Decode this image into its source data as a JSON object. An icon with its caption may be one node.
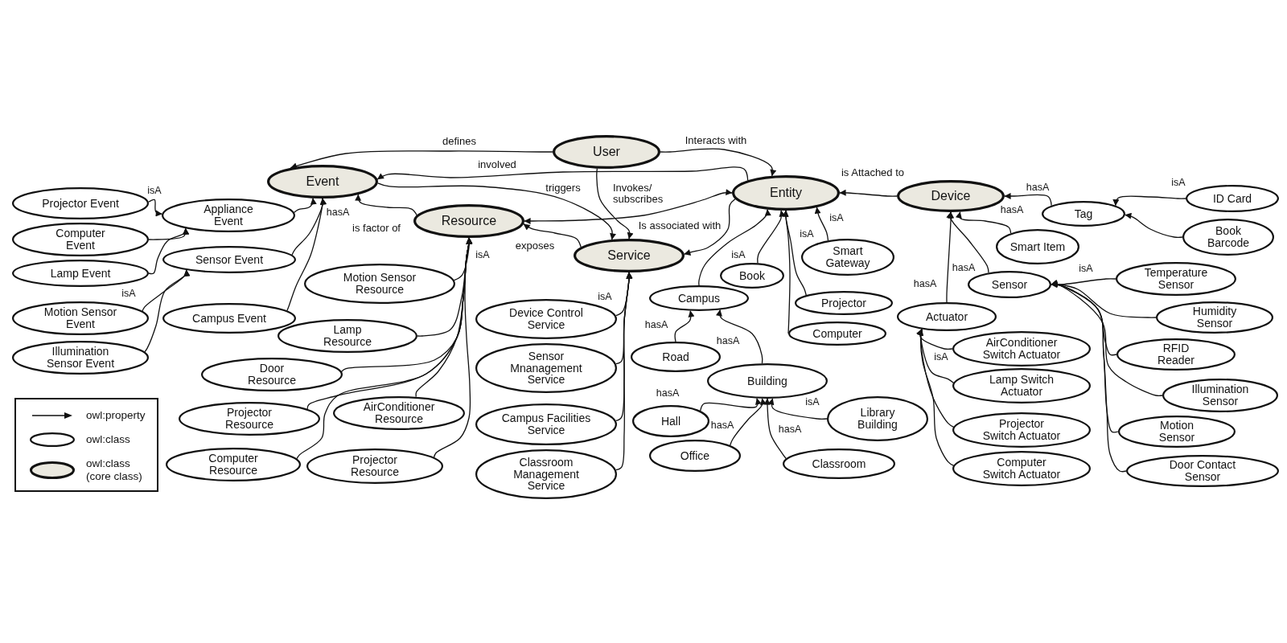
{
  "diagram": {
    "nodes": [
      {
        "text": [
          "User"
        ]
      },
      {
        "text": [
          "Event"
        ]
      },
      {
        "text": [
          "Entity"
        ]
      },
      {
        "text": [
          "Device"
        ]
      },
      {
        "text": [
          "Resource"
        ]
      },
      {
        "text": [
          "Service"
        ]
      },
      {
        "text": [
          "Projector Event"
        ]
      },
      {
        "text": [
          "Appliance Event"
        ]
      },
      {
        "text": [
          "Computer Event"
        ]
      },
      {
        "text": [
          "Lamp Event"
        ]
      },
      {
        "text": [
          "Sensor Event"
        ]
      },
      {
        "text": [
          "Motion Sensor Event"
        ]
      },
      {
        "text": [
          "Campus Event"
        ]
      },
      {
        "text": [
          "Illumination Sensor Event"
        ]
      },
      {
        "text": [
          "Motion Sensor Resource"
        ]
      },
      {
        "text": [
          "Lamp Resource"
        ]
      },
      {
        "text": [
          "Door Resource"
        ]
      },
      {
        "text": [
          "Projector Resource"
        ]
      },
      {
        "text": [
          "AirConditioner Resource"
        ]
      },
      {
        "text": [
          "Computer Resource"
        ]
      },
      {
        "text": [
          "Projector Resource"
        ]
      },
      {
        "text": [
          "Device Control Service"
        ]
      },
      {
        "text": [
          "Sensor Mnanagement Service"
        ]
      },
      {
        "text": [
          "Campus Facilities Service"
        ]
      },
      {
        "text": [
          "Classroom Management Service"
        ]
      },
      {
        "text": [
          "Campus"
        ]
      },
      {
        "text": [
          "Book"
        ]
      },
      {
        "text": [
          "Smart Gateway"
        ]
      },
      {
        "text": [
          "Projector"
        ]
      },
      {
        "text": [
          "Computer"
        ]
      },
      {
        "text": [
          "Road"
        ]
      },
      {
        "text": [
          "Building"
        ]
      },
      {
        "text": [
          "Hall"
        ]
      },
      {
        "text": [
          "Library Building"
        ]
      },
      {
        "text": [
          "Office"
        ]
      },
      {
        "text": [
          "Classroom"
        ]
      },
      {
        "text": [
          "Tag"
        ]
      },
      {
        "text": [
          "ID Card"
        ]
      },
      {
        "text": [
          "Book Barcode"
        ]
      },
      {
        "text": [
          "Smart Item"
        ]
      },
      {
        "text": [
          "Sensor"
        ]
      },
      {
        "text": [
          "Temperature Sensor"
        ]
      },
      {
        "text": [
          "Actuator"
        ]
      },
      {
        "text": [
          "Humidity Sensor"
        ]
      },
      {
        "text": [
          "AirConditioner Switch Actuator"
        ]
      },
      {
        "text": [
          "RFID Reader"
        ]
      },
      {
        "text": [
          "Lamp Switch Actuator"
        ]
      },
      {
        "text": [
          "Illumination Sensor"
        ]
      },
      {
        "text": [
          "Projector Switch Actuator"
        ]
      },
      {
        "text": [
          "Motion Sensor"
        ]
      },
      {
        "text": [
          "Computer Switch Actuator"
        ]
      },
      {
        "text": [
          "Door Contact Sensor"
        ]
      }
    ],
    "edges": [
      {
        "from": 0,
        "to": 1,
        "arrow": "to",
        "label": "defines"
      },
      {
        "from": 2,
        "to": 1,
        "arrow": "to",
        "label": "involved"
      },
      {
        "from": 0,
        "to": 2,
        "arrow": "to",
        "label": "Interacts with"
      },
      {
        "from": 1,
        "to": 5,
        "arrow": "to",
        "label": "triggers"
      },
      {
        "from": 0,
        "to": 5,
        "arrow": "to",
        "label": "Invokes/ subscribes"
      },
      {
        "from": 4,
        "to": 2,
        "arrow": "both"
      },
      {
        "from": 4,
        "to": 1,
        "arrow": "to",
        "label": "is factor of"
      },
      {
        "from": 5,
        "to": 4,
        "arrow": "to",
        "label": "exposes"
      },
      {
        "from": 2,
        "to": 5,
        "arrow": "to",
        "label": "Is associated with"
      },
      {
        "from": 3,
        "to": 2,
        "arrow": "to",
        "label": "is Attached to"
      },
      {
        "from": 7,
        "to": 1,
        "arrow": "to",
        "label": "hasA"
      },
      {
        "from": 10,
        "to": 1,
        "arrow": "to"
      },
      {
        "from": 12,
        "to": 1,
        "arrow": "to"
      },
      {
        "from": 6,
        "to": 7,
        "arrow": "to",
        "label": "isA"
      },
      {
        "from": 8,
        "to": 7,
        "arrow": "to"
      },
      {
        "from": 9,
        "to": 7,
        "arrow": "to"
      },
      {
        "from": 11,
        "to": 10,
        "arrow": "to",
        "label": "isA"
      },
      {
        "from": 13,
        "to": 10,
        "arrow": "to"
      },
      {
        "from": 14,
        "to": 4,
        "arrow": "to",
        "label": "isA"
      },
      {
        "from": 15,
        "to": 4,
        "arrow": "to"
      },
      {
        "from": 16,
        "to": 4,
        "arrow": "to"
      },
      {
        "from": 17,
        "to": 4,
        "arrow": "to"
      },
      {
        "from": 18,
        "to": 4,
        "arrow": "to"
      },
      {
        "from": 19,
        "to": 4,
        "arrow": "to"
      },
      {
        "from": 20,
        "to": 4,
        "arrow": "to"
      },
      {
        "from": 21,
        "to": 5,
        "arrow": "to",
        "label": "isA"
      },
      {
        "from": 22,
        "to": 5,
        "arrow": "to"
      },
      {
        "from": 23,
        "to": 5,
        "arrow": "to"
      },
      {
        "from": 24,
        "to": 5,
        "arrow": "to"
      },
      {
        "from": 25,
        "to": 2,
        "arrow": "to",
        "label": "isA"
      },
      {
        "from": 26,
        "to": 2,
        "arrow": "to"
      },
      {
        "from": 28,
        "to": 2,
        "arrow": "to",
        "label": "isA"
      },
      {
        "from": 29,
        "to": 2,
        "arrow": "to"
      },
      {
        "from": 27,
        "to": 2,
        "arrow": "to",
        "label": "isA"
      },
      {
        "from": 30,
        "to": 25,
        "arrow": "to",
        "label": "hasA"
      },
      {
        "from": 31,
        "to": 25,
        "arrow": "to",
        "label": "hasA"
      },
      {
        "from": 32,
        "to": 31,
        "arrow": "to",
        "label": "hasA"
      },
      {
        "from": 34,
        "to": 31,
        "arrow": "to",
        "label": "hasA"
      },
      {
        "from": 33,
        "to": 31,
        "arrow": "to",
        "label": "isA"
      },
      {
        "from": 35,
        "to": 31,
        "arrow": "to",
        "label": "hasA"
      },
      {
        "from": 36,
        "to": 3,
        "arrow": "to",
        "label": "hasA"
      },
      {
        "from": 39,
        "to": 3,
        "arrow": "to",
        "label": "hasA"
      },
      {
        "from": 40,
        "to": 3,
        "arrow": "to",
        "label": "hasA"
      },
      {
        "from": 42,
        "to": 3,
        "arrow": "to",
        "label": "hasA"
      },
      {
        "from": 37,
        "to": 36,
        "arrow": "to",
        "label": "isA"
      },
      {
        "from": 38,
        "to": 36,
        "arrow": "to"
      },
      {
        "from": 41,
        "to": 40,
        "arrow": "to",
        "label": "isA"
      },
      {
        "from": 43,
        "to": 40,
        "arrow": "to"
      },
      {
        "from": 45,
        "to": 40,
        "arrow": "to"
      },
      {
        "from": 47,
        "to": 40,
        "arrow": "to"
      },
      {
        "from": 49,
        "to": 40,
        "arrow": "to"
      },
      {
        "from": 51,
        "to": 40,
        "arrow": "to"
      },
      {
        "from": 44,
        "to": 42,
        "arrow": "to",
        "label": "isA"
      },
      {
        "from": 46,
        "to": 42,
        "arrow": "to"
      },
      {
        "from": 48,
        "to": 42,
        "arrow": "to"
      },
      {
        "from": 50,
        "to": 42,
        "arrow": "to"
      }
    ],
    "legend": [
      {
        "text": "owl:property"
      },
      {
        "text": "owl:class"
      },
      {
        "text": "owl:class (core class)"
      }
    ]
  }
}
